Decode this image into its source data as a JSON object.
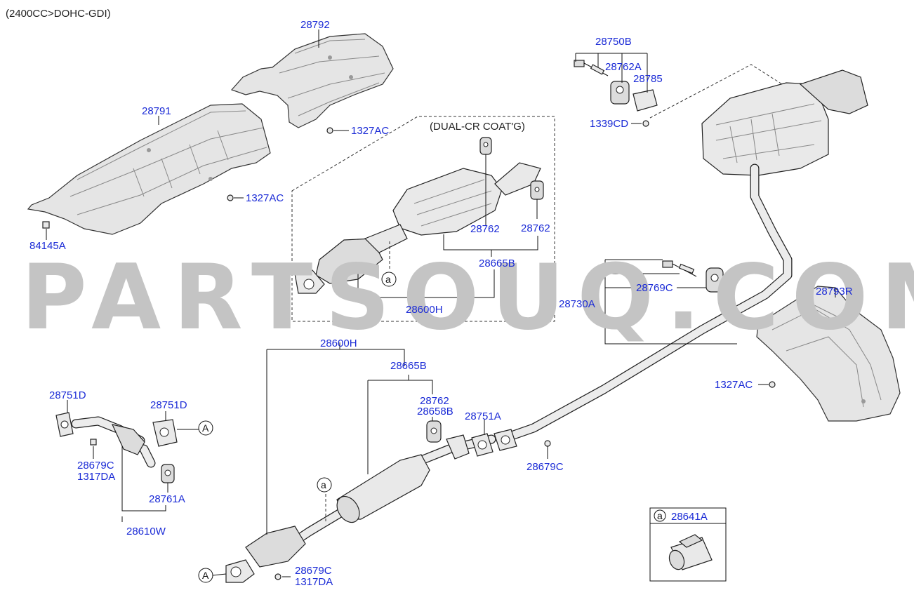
{
  "header": {
    "engine": "(2400CC>DOHC-GDI)"
  },
  "watermark": "PARTSOUQ.COM",
  "box_caption": "(DUAL-CR COAT'G)",
  "ref_circle_a": "a",
  "ref_circle_A": "A",
  "inset": {
    "ref": "a",
    "part": "28641A"
  },
  "labels": {
    "p28792": "28792",
    "p28791": "28791",
    "p1327AC_1": "1327AC",
    "p1327AC_2": "1327AC",
    "p1327AC_3": "1327AC",
    "p84145A": "84145A",
    "p28750B": "28750B",
    "p28762A": "28762A",
    "p28785": "28785",
    "p1339CD": "1339CD",
    "p28762_box1": "28762",
    "p28762_box2": "28762",
    "p28665B_box": "28665B",
    "p28600H_box": "28600H",
    "p28769C": "28769C",
    "p28730A": "28730A",
    "p28793R": "28793R",
    "p28600H": "28600H",
    "p28665B": "28665B",
    "p28762": "28762",
    "p28658B": "28658B",
    "p28751A": "28751A",
    "p28679C_r": "28679C",
    "p28751D_l": "28751D",
    "p28751D_r": "28751D",
    "p28679C_l": "28679C",
    "p1317DA_l": "1317DA",
    "p28761A": "28761A",
    "p28610W": "28610W",
    "p28679C_b": "28679C",
    "p1317DA_b": "1317DA"
  },
  "colors": {
    "label": "#1a2ad6",
    "watermark": "#c4c4c4",
    "line": "#111111"
  }
}
